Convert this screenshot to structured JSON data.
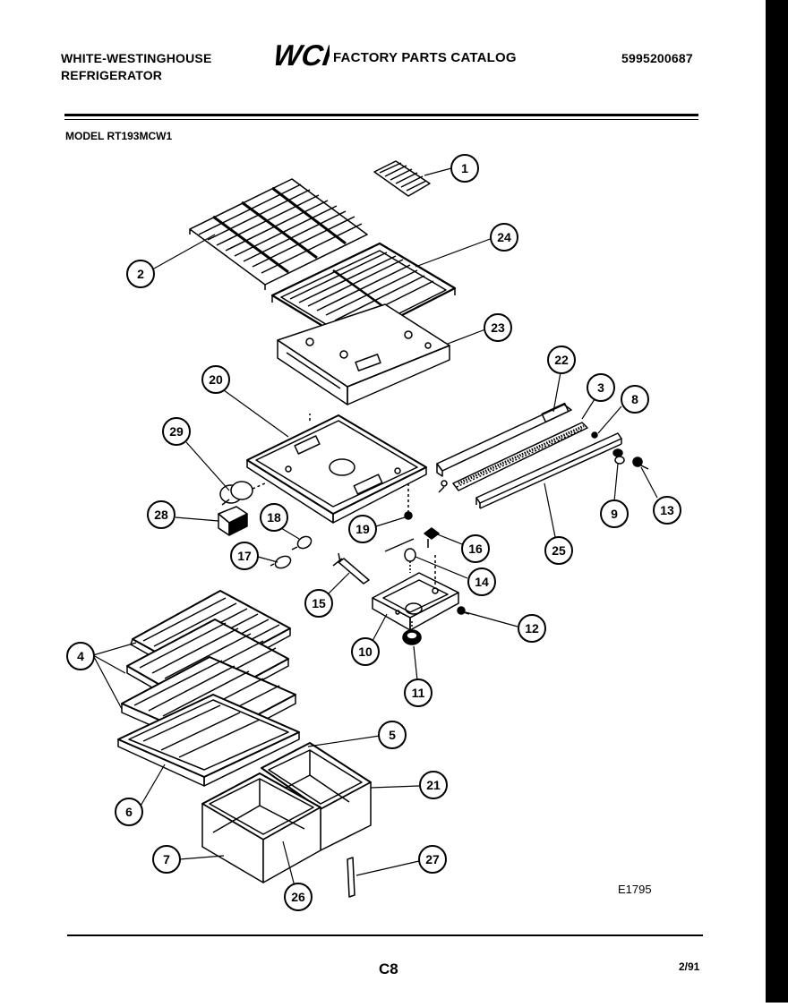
{
  "header": {
    "brand_line1": "WHITE-WESTINGHOUSE",
    "brand_line2": "REFRIGERATOR",
    "logo_text": "WCI",
    "catalog_title": "FACTORY PARTS CATALOG",
    "catalog_number": "5995200687"
  },
  "model_label": "MODEL RT193MCW1",
  "callouts": [
    "1",
    "2",
    "24",
    "23",
    "22",
    "3",
    "8",
    "20",
    "29",
    "28",
    "18",
    "17",
    "19",
    "16",
    "14",
    "15",
    "12",
    "10",
    "11",
    "9",
    "13",
    "25",
    "4",
    "5",
    "21",
    "6",
    "7",
    "26",
    "27"
  ],
  "figure_ref": "E1795",
  "footer": {
    "page": "C8",
    "date": "2/91"
  }
}
